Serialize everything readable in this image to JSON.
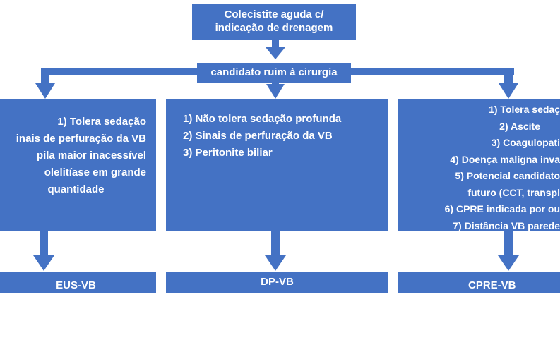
{
  "top": {
    "lines": [
      "Colecistite aguda c/",
      "indicação de drenagem"
    ]
  },
  "middle": {
    "label": "candidato ruim à cirurgia"
  },
  "criteria_left": {
    "lines": [
      "1) Tolera sedação",
      "inais de perfuração da VB",
      "pila maior inacessível",
      "olelitíase em grande",
      "quantidade"
    ]
  },
  "criteria_center": {
    "lines": [
      "1) Não tolera sedação profunda",
      "2) Sinais de perfuração da VB",
      "3) Peritonite biliar"
    ]
  },
  "criteria_right": {
    "lines": [
      "1) Tolera sedaç",
      "2) Ascite",
      "3) Coagulopati",
      "4) Doença maligna inva",
      "5) Potencial candidato",
      "futuro (CCT, transpl",
      "6) CPRE indicada por ou",
      "7) Distância VB parede"
    ]
  },
  "outcomes": {
    "left": "EUS-VB",
    "center": "DP-VB",
    "right": "CPRE-VB"
  },
  "colors": {
    "box": "#4472c4",
    "text": "#ffffff",
    "background": "#ffffff"
  }
}
